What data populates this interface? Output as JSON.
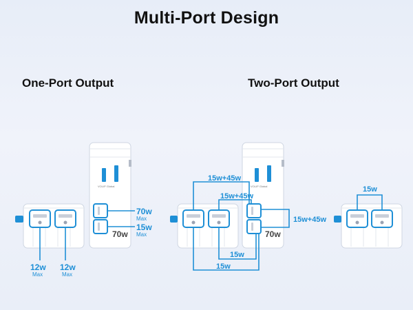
{
  "title": "Multi-Port Design",
  "sections": {
    "one_port": "One-Port Output",
    "two_port": "Two-Port Output"
  },
  "device_badge": "70w",
  "device_brand": "VOLIP Global",
  "labels": {
    "one_usbc_top": "70w",
    "one_usbc_top_sub": "Max",
    "one_usbc_bottom": "15w",
    "one_usbc_bottom_sub": "Max",
    "one_usba_left": "12w",
    "one_usba_left_sub": "Max",
    "one_usba_right": "12w",
    "one_usba_right_sub": "Max",
    "two_a": "15w+45w",
    "two_b": "15w+45w",
    "two_c": "15w+45w",
    "two_d": "15w",
    "two_e": "15w",
    "two_right": "15w"
  },
  "colors": {
    "accent": "#1e8fd6",
    "text": "#111111",
    "device": "#ffffff"
  }
}
